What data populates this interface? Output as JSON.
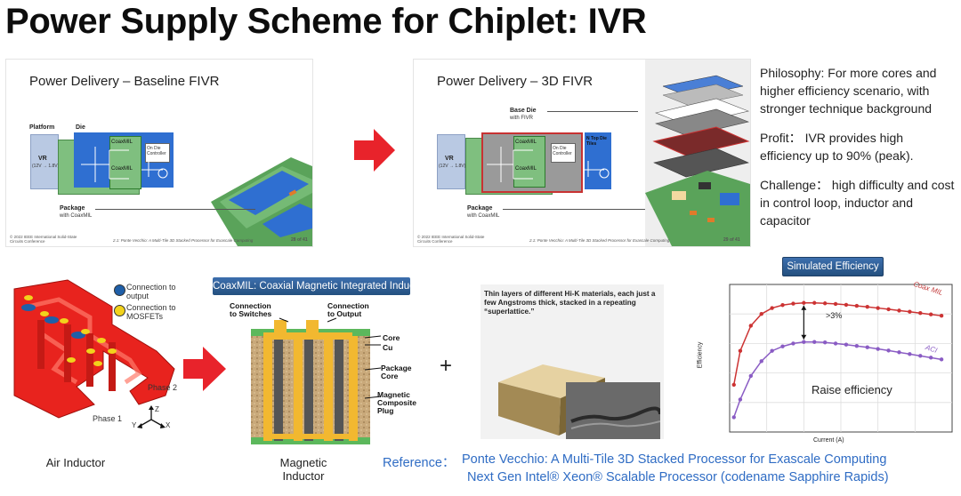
{
  "title": "Power Supply Scheme for Chiplet: IVR",
  "slide1": {
    "title": "Power Delivery – Baseline FIVR",
    "platform": "Platform",
    "die": "Die",
    "vr": "VR",
    "vr_range": "(12V → 1.8V)",
    "coaxmil_a": "CoaxMIL",
    "coaxmil_b": "CoaxMIL",
    "controller": "On Die Controller",
    "package": "Package",
    "package_sub": "with CoaxMIL",
    "footer_left": "© 2022 IEEE International Solid-State Circuits Conference",
    "footer_mid": "2.1: Ponte Vecchio: A Multi-Tile 3D Stacked Processor for Exascale Computing",
    "page": "28 of 41"
  },
  "slide2": {
    "title": "Power Delivery – 3D FIVR",
    "base_die": "Base Die",
    "base_die_sub": "with FIVR",
    "vr": "VR",
    "vr_range": "(12V → 1.8V)",
    "coaxmil_a": "CoaxMIL",
    "coaxmil_b": "CoaxMIL",
    "controller": "On Die Controller",
    "top_die": "N Top Die Tiles",
    "package": "Package",
    "package_sub": "with CoaxMIL",
    "footer_left": "© 2022 IEEE International Solid-State Circuits Conference",
    "footer_mid": "2.1: Ponte Vecchio: A Multi-Tile 3D Stacked Processor for Exascale Computing",
    "page": "29 of 41"
  },
  "side_text": {
    "philosophy": "Philosophy: For more cores and higher efficiency scenario, with stronger technique background",
    "profit": "Profit： IVR provides high efficiency up to 90% (peak).",
    "challenge": "Challenge： high difficulty and cost in control loop, inductor and capacitor"
  },
  "air_inductor": {
    "legend_output": "Connection to output",
    "legend_mosfet": "Connection to MOSFETs",
    "phase1": "Phase 1",
    "phase2": "Phase 2",
    "axis_x": "X",
    "axis_y": "Y",
    "axis_z": "Z",
    "caption": "Air Inductor",
    "colors": {
      "output": "#1f5fa8",
      "mosfet": "#f2d21c",
      "inductor": "#e8231e"
    }
  },
  "magnetic": {
    "banner": "CoaxMIL: Coaxial Magnetic Integrated Inductor",
    "conn_switches": "Connection to Switches",
    "conn_output": "Connection to Output",
    "core": "Core",
    "cu": "Cu",
    "package_core": "Package Core",
    "composite": "Magnetic Composite Plug",
    "caption": "Magnetic Inductor"
  },
  "plus": "+",
  "hik": {
    "text": "Thin layers of different Hi-K materials, each just a few Angstroms thick, stacked in a repeating “superlattice.”"
  },
  "efficiency": {
    "banner": "Simulated Efficiency",
    "ylabel": "Efficiency",
    "xlabel": "Current (A)",
    "series_coax": "Coax MIL",
    "series_aci": "ACI",
    "delta": ">3%",
    "note": "Raise efficiency",
    "colors": {
      "coax": "#cc3333",
      "aci": "#8a5cc4"
    }
  },
  "chart_data": {
    "type": "line",
    "title": "Simulated Efficiency",
    "xlabel": "Current (A)",
    "ylabel": "Efficiency",
    "x": [
      0.2,
      0.5,
      1,
      1.5,
      2,
      2.5,
      3,
      3.5,
      4,
      4.5,
      5,
      5.5,
      6,
      6.5,
      7,
      7.5,
      8,
      8.5,
      9,
      9.5,
      10
    ],
    "xlim": [
      0,
      10.5
    ],
    "ylim": [
      0,
      1
    ],
    "grid": true,
    "series": [
      {
        "name": "Coax MIL",
        "values": [
          0.32,
          0.55,
          0.72,
          0.8,
          0.84,
          0.86,
          0.87,
          0.875,
          0.875,
          0.872,
          0.868,
          0.862,
          0.855,
          0.848,
          0.84,
          0.832,
          0.823,
          0.815,
          0.806,
          0.797,
          0.788
        ]
      },
      {
        "name": "ACI",
        "values": [
          0.1,
          0.22,
          0.38,
          0.48,
          0.55,
          0.58,
          0.6,
          0.61,
          0.61,
          0.607,
          0.6,
          0.592,
          0.583,
          0.574,
          0.563,
          0.552,
          0.54,
          0.528,
          0.516,
          0.504,
          0.492
        ]
      }
    ]
  },
  "reference": {
    "label": "Reference：",
    "line1": "Ponte Vecchio: A Multi-Tile 3D Stacked Processor for Exascale Computing",
    "line2": "Next Gen Intel® Xeon® Scalable Processor (codename Sapphire Rapids)"
  }
}
